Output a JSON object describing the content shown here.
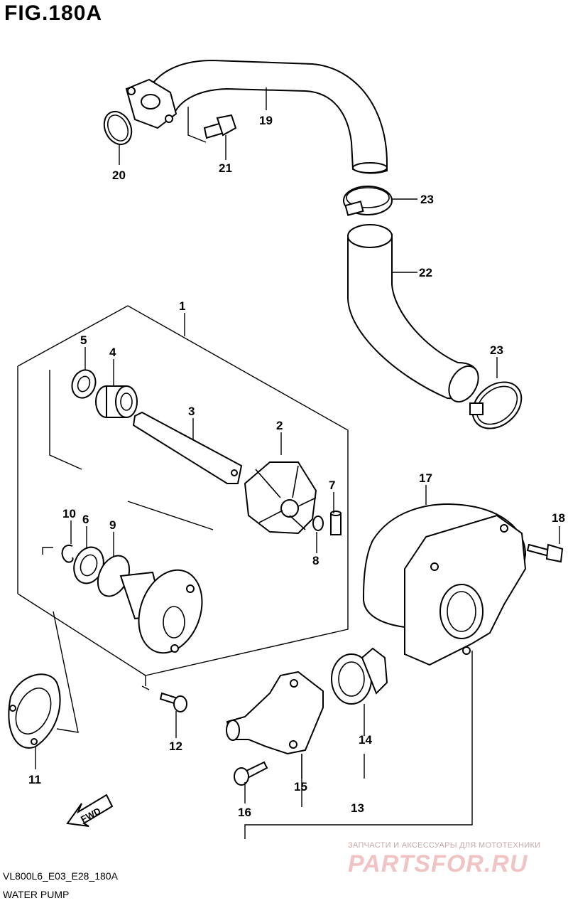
{
  "figure": {
    "title": "FIG.180A",
    "code": "VL800L6_E03_E28_180A",
    "caption": "WATER PUMP",
    "fwd_label": "FWD"
  },
  "callouts": [
    "1",
    "2",
    "3",
    "4",
    "5",
    "6",
    "7",
    "8",
    "9",
    "10",
    "11",
    "12",
    "13",
    "14",
    "15",
    "16",
    "17",
    "18",
    "19",
    "20",
    "21",
    "22",
    "23",
    "23"
  ],
  "watermark": {
    "subtitle": "ЗАПЧАСТИ И АКСЕССУАРЫ ДЛЯ МОТОТЕХНИКИ",
    "logo": "PARTSFOR.RU"
  }
}
